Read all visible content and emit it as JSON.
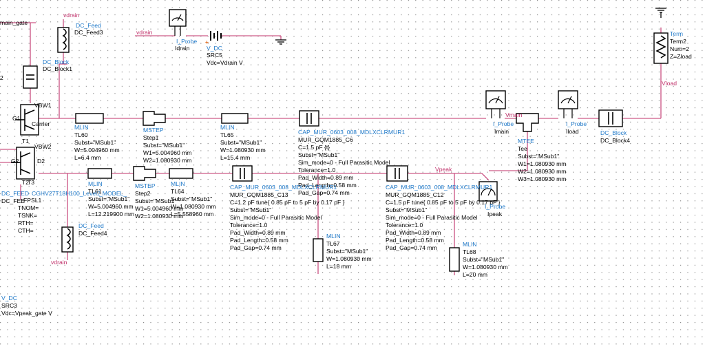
{
  "wire_labels": {
    "main_gate": "main_gate",
    "vdrain_top": "vdrain",
    "vdrain_src": "vdrain",
    "vdrain_bot": "vdrain",
    "vload": "Vload",
    "vmain": "Vmain",
    "vpeak": "Vpeak"
  },
  "components": {
    "dc_feed3": {
      "type": "DC_Feed",
      "name": "DC_Feed3"
    },
    "dc_block1": {
      "type": "DC_Block",
      "name": "DC_Block1"
    },
    "src5": {
      "marker": "+",
      "type": "V_DC",
      "name": "SRC5",
      "param": "Vdc=Vdrain V"
    },
    "idrain": {
      "type": "I_Probe",
      "name": "Idrain"
    },
    "term2": {
      "type": "Term",
      "name": "Term2",
      "p1": "Num=2",
      "p2": "Z=Zload"
    },
    "tl60": {
      "type": "MLIN",
      "name": "TL60",
      "p1": "Subst=\"MSub1\"",
      "p2": "W=5.004960 mm",
      "p3": "L=6.4 mm"
    },
    "step1": {
      "type": "MSTEP",
      "name": "Step1",
      "p1": "Subst=\"MSub1\"",
      "p2": "W1=5.004960 mm",
      "p3": "W2=1.080930 mm"
    },
    "tl65": {
      "type": "MLIN",
      "name": "TL65",
      "p1": "Subst=\"MSub1\"",
      "p2": "W=1.080930 mm",
      "p3": "L=15.4 mm"
    },
    "c6": {
      "type": "CAP_MUR_0603_008_MDLXCLRMUR1",
      "name": "MUR_GQM1885_C6",
      "p1": "C=1.5 pF {t}",
      "p2": "Subst=\"MSub1\"",
      "p3": "Sim_mode=0 - Full Parasitic Model",
      "p4": "Tolerance=1.0",
      "p5": "Pad_Width=0.89 mm",
      "p6": "Pad_Length=0.58 mm",
      "p7": "Pad_Gap=0.74 mm"
    },
    "imain": {
      "type": "I_Probe",
      "name": "Imain"
    },
    "tee": {
      "type": "MTEE",
      "name": "Tee",
      "p1": "Subst=\"MSub1\"",
      "p2": "W1=1.080930 mm",
      "p3": "W2=1.080930 mm",
      "p4": "W3=1.080930 mm"
    },
    "iload": {
      "type": "I_Probe",
      "name": "Iload"
    },
    "dc_block4": {
      "type": "DC_Block",
      "name": "DC_Block4"
    },
    "tl61": {
      "type": "MLIN",
      "name": "TL61",
      "p1": "Subst=\"MSub1\"",
      "p2": "W=5.004960 mm",
      "p3": "L=12.219900 mm"
    },
    "step2": {
      "type": "MSTEP",
      "name": "Step2",
      "p1": "Subst=\"MSub1\"",
      "p2": "W1=5.004960 mm",
      "p3": "W2=1.080930 mm"
    },
    "tl64": {
      "type": "MLIN",
      "name": "TL64",
      "p1": "Subst=\"MSub1\"",
      "p2": "W=1.080930 mm",
      "p3": "L=5.558960 mm"
    },
    "c13": {
      "type": "CAP_MUR_0603_008_MDLXCLRMUR1",
      "name": "MUR_GQM1885_C13",
      "p1": "C=1.2 pF tune{ 0.85 pF to 5 pF by 0.17 pF }",
      "p2": "Subst=\"MSub1\"",
      "p3": "Sim_mode=0 - Full Parasitic Model",
      "p4": "Tolerance=1.0",
      "p5": "Pad_Width=0.89 mm",
      "p6": "Pad_Length=0.58 mm",
      "p7": "Pad_Gap=0.74 mm"
    },
    "c12": {
      "type": "CAP_MUR_0603_008_MDLXCLRMUR1",
      "name": "MUR_GQM1885_C12",
      "p1": "C=1.5 pF tune{ 0.85 pF to 5 pF by 0.17 pF }",
      "p2": "Subst=\"MSub1\"",
      "p3": "Sim_mode=0 - Full Parasitic Model",
      "p4": "Tolerance=1.0",
      "p5": "Pad_Width=0.89 mm",
      "p6": "Pad_Length=0.58 mm",
      "p7": "Pad_Gap=0.74 mm"
    },
    "ipeak": {
      "type": "I_Probe",
      "name": "Ipeak"
    },
    "tl67": {
      "type": "MLIN",
      "name": "TL67",
      "p1": "Subst=\"MSub1\"",
      "p2": "W=1.080930 mm",
      "p3": "L=18 mm"
    },
    "tl68": {
      "type": "MLIN",
      "name": "TL68",
      "p1": "Subst=\"MSub1\"",
      "p2": "W=1.080930 mm",
      "p3": "L=20 mm"
    },
    "dc_feed4": {
      "type": "DC_Feed",
      "name": "DC_Feed4"
    },
    "transistor": {
      "t1_label": "T1",
      "vbw1": "VBW1",
      "vbw2": "VBW2",
      "carrier": "Carrier",
      "g1": "G1",
      "g2": "G2",
      "d2": "D2",
      "t2": "T2",
      "t3": "T3",
      "model": "CGHV27T18H100_Level2",
      "name": "FPSL1",
      "p1": "TNOM=",
      "p2": "TSNK=",
      "p3": "RTH=",
      "p4": "CTH=",
      "feed_partial": "DC_FEED",
      "feed_partial2": "DC_FEE",
      "model_partial": "_MODEL_"
    },
    "src3": {
      "type": "V_DC",
      "name": "SRC3",
      "param": "Vdc=Vpeak_gate V"
    },
    "edge_fragment": "2"
  }
}
